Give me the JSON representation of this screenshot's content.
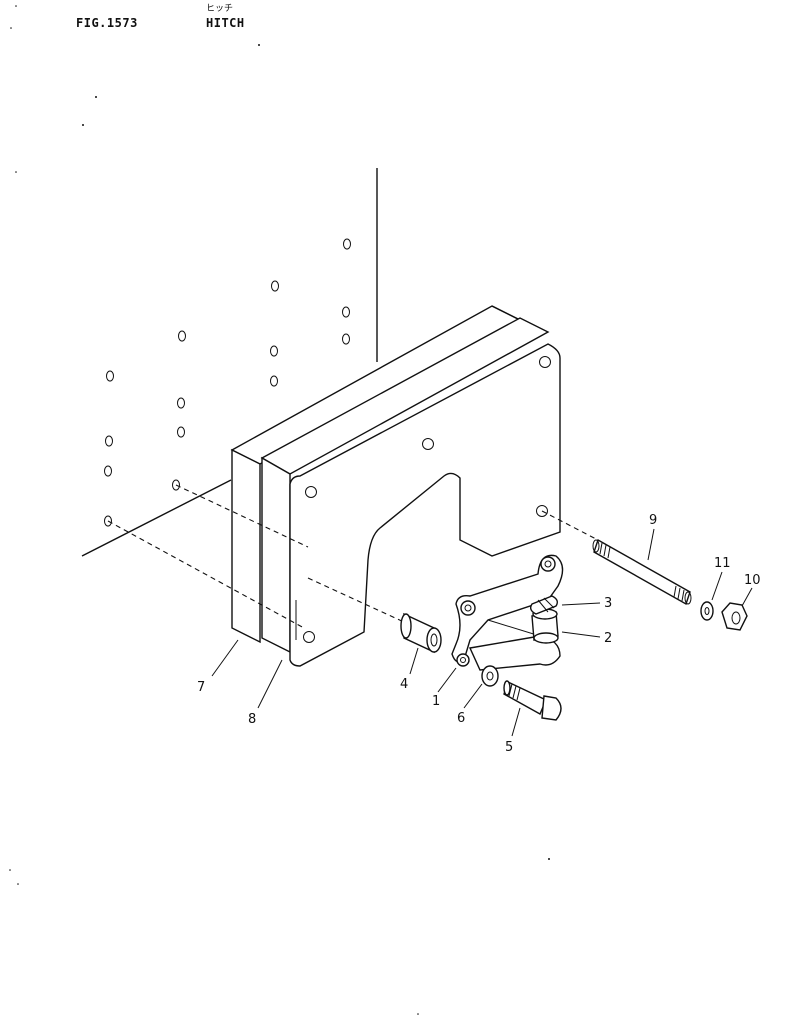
{
  "header": {
    "figure_number": "FIG.1573",
    "title_japanese": "ヒッチ",
    "title": "HITCH"
  },
  "callouts": {
    "c1": "1",
    "c2": "2",
    "c3": "3",
    "c4": "4",
    "c5": "5",
    "c6": "6",
    "c7": "7",
    "c8": "8",
    "c9": "9",
    "c10": "10",
    "c11": "11"
  }
}
